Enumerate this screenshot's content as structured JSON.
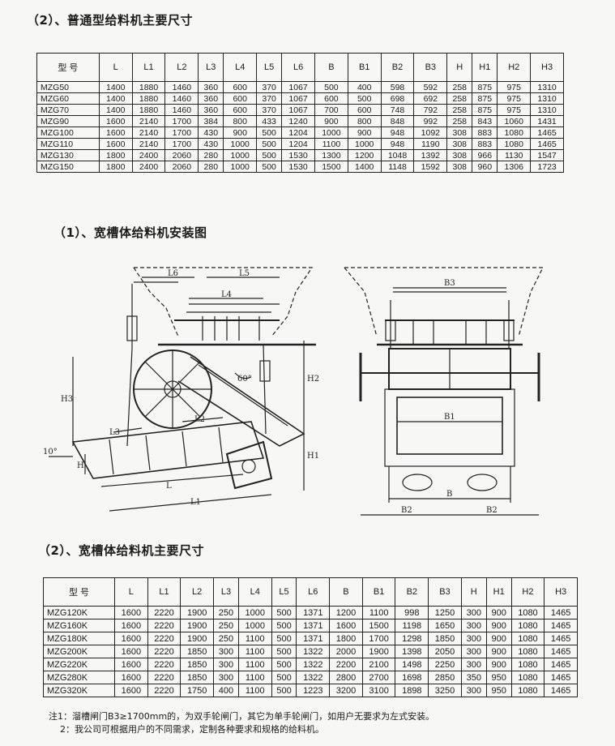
{
  "section1": {
    "title": "（2）、普通型给料机主要尺寸",
    "headers": [
      "型 号",
      "L",
      "L1",
      "L2",
      "L3",
      "L4",
      "L5",
      "L6",
      "B",
      "B1",
      "B2",
      "B3",
      "H",
      "H1",
      "H2",
      "H3"
    ],
    "rows": [
      [
        "MZG50",
        "1400",
        "1880",
        "1460",
        "360",
        "600",
        "370",
        "1067",
        "500",
        "400",
        "598",
        "592",
        "258",
        "875",
        "975",
        "1310"
      ],
      [
        "MZG60",
        "1400",
        "1880",
        "1460",
        "360",
        "600",
        "370",
        "1067",
        "600",
        "500",
        "698",
        "692",
        "258",
        "875",
        "975",
        "1310"
      ],
      [
        "MZG70",
        "1400",
        "1880",
        "1460",
        "360",
        "600",
        "370",
        "1067",
        "700",
        "600",
        "748",
        "792",
        "258",
        "875",
        "975",
        "1310"
      ],
      [
        "MZG90",
        "1600",
        "2140",
        "1700",
        "384",
        "800",
        "433",
        "1240",
        "900",
        "800",
        "848",
        "992",
        "258",
        "843",
        "1060",
        "1431"
      ],
      [
        "MZG100",
        "1600",
        "2140",
        "1700",
        "430",
        "900",
        "500",
        "1204",
        "1000",
        "900",
        "948",
        "1092",
        "308",
        "883",
        "1080",
        "1465"
      ],
      [
        "MZG110",
        "1600",
        "2140",
        "1700",
        "430",
        "1000",
        "500",
        "1204",
        "1100",
        "1000",
        "948",
        "1190",
        "308",
        "883",
        "1080",
        "1465"
      ],
      [
        "MZG130",
        "1800",
        "2400",
        "2060",
        "280",
        "1000",
        "500",
        "1530",
        "1300",
        "1200",
        "1048",
        "1392",
        "308",
        "966",
        "1130",
        "1547"
      ],
      [
        "MZG150",
        "1800",
        "2400",
        "2060",
        "280",
        "1000",
        "500",
        "1530",
        "1500",
        "1400",
        "1148",
        "1592",
        "308",
        "960",
        "1306",
        "1723"
      ]
    ]
  },
  "drawing": {
    "title": "（1）、宽槽体给料机安装图",
    "side_labels": {
      "L6": "L6",
      "L5": "L5",
      "L4": "L4",
      "L3": "L3",
      "L2": "L2",
      "L": "L",
      "L1": "L1",
      "H": "H",
      "H1": "H1",
      "H2": "H2",
      "H3": "H3",
      "angle60": "60°",
      "angle10": "10°"
    },
    "front_labels": {
      "B3": "B3",
      "B1": "B1",
      "B": "B",
      "B2a": "B2",
      "B2b": "B2"
    }
  },
  "section2": {
    "title": "（2）、宽槽体给料机主要尺寸",
    "headers": [
      "型 号",
      "L",
      "L1",
      "L2",
      "L3",
      "L4",
      "L5",
      "L6",
      "B",
      "B1",
      "B2",
      "B3",
      "H",
      "H1",
      "H2",
      "H3"
    ],
    "rows": [
      [
        "MZG120K",
        "1600",
        "2220",
        "1900",
        "250",
        "1000",
        "500",
        "1371",
        "1200",
        "1100",
        "998",
        "1250",
        "300",
        "900",
        "1080",
        "1465"
      ],
      [
        "MZG160K",
        "1600",
        "2220",
        "1900",
        "250",
        "1000",
        "500",
        "1371",
        "1600",
        "1500",
        "1198",
        "1650",
        "300",
        "900",
        "1080",
        "1465"
      ],
      [
        "MZG180K",
        "1600",
        "2220",
        "1900",
        "250",
        "1100",
        "500",
        "1371",
        "1800",
        "1700",
        "1298",
        "1850",
        "300",
        "900",
        "1080",
        "1465"
      ],
      [
        "MZG200K",
        "1600",
        "2220",
        "1850",
        "300",
        "1100",
        "500",
        "1322",
        "2000",
        "1900",
        "1398",
        "2050",
        "300",
        "900",
        "1080",
        "1465"
      ],
      [
        "MZG220K",
        "1600",
        "2220",
        "1850",
        "300",
        "1100",
        "500",
        "1322",
        "2200",
        "2100",
        "1498",
        "2250",
        "300",
        "900",
        "1080",
        "1465"
      ],
      [
        "MZG280K",
        "1600",
        "2220",
        "1850",
        "300",
        "1100",
        "500",
        "1322",
        "2800",
        "2700",
        "1698",
        "2850",
        "350",
        "950",
        "1080",
        "1465"
      ],
      [
        "MZG320K",
        "1600",
        "2220",
        "1750",
        "400",
        "1100",
        "500",
        "1223",
        "3200",
        "3100",
        "1898",
        "3250",
        "300",
        "950",
        "1080",
        "1465"
      ]
    ]
  },
  "notes": {
    "note1": "注1：溜槽闸门B3≥1700mm的，为双手轮闸门，其它为单手轮闸门，如用户无要求为左式安装。",
    "note2": "2：我公司可根据用户的不同需求，定制各种要求和规格的给料机。"
  }
}
